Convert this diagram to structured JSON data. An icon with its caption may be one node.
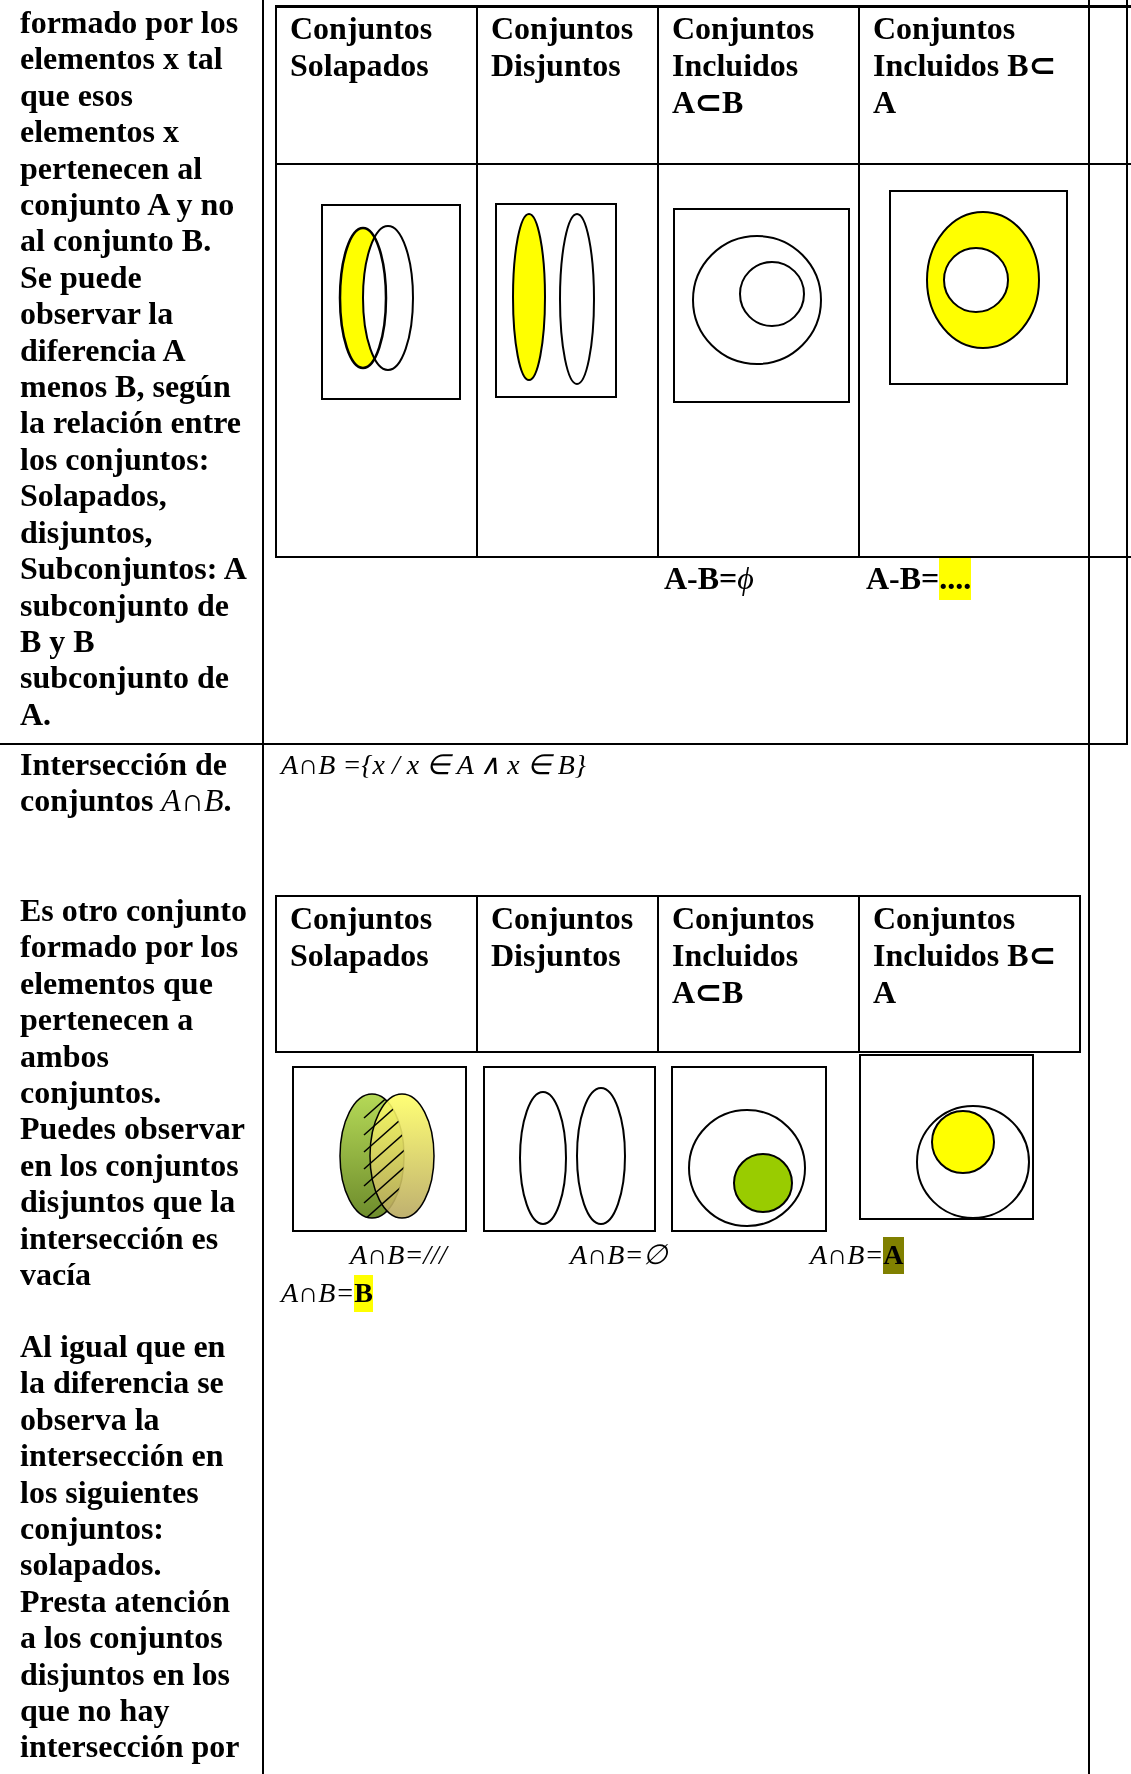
{
  "diagram": {
    "nodes": [
      {
        "text": [
          "Conjuntos Solapados"
        ]
      },
      {
        "text": [
          "Conjuntos Disjuntos"
        ]
      },
      {
        "text": [
          "Conjuntos Incluidos A⊂B"
        ]
      },
      {
        "text": [
          "Conjuntos Incluidos B⊂ A"
        ]
      },
      {
        "text": [],
        "shape": "picture"
      },
      {
        "text": [],
        "shape": "picture"
      },
      {
        "text": [],
        "shape": "picture"
      },
      {
        "text": [],
        "shape": "picture"
      },
      {
        "text": [
          "Conjuntos Solapados"
        ]
      },
      {
        "text": [
          "Conjuntos Disjuntos"
        ]
      },
      {
        "text": [
          "Conjuntos Incluidos A⊂B"
        ]
      },
      {
        "text": [
          "Conjuntos Incluidos B⊂ A"
        ]
      },
      {
        "text": [],
        "shape": "picture"
      },
      {
        "text": [],
        "shape": "picture"
      },
      {
        "text": [],
        "shape": "picture"
      },
      {
        "text": [],
        "shape": "picture"
      }
    ],
    "labels": [
      "formado por los elementos x tal que esos elementos x pertenecen al conjunto A y no al conjunto B. Se puede observar la diferencia A menos B, según la relación entre los conjuntos: Solapados, disjuntos, Subconjuntos: A subconjunto de B y B subconjunto de A.",
      "A-B=*ϕ*",
      "A-B=**....**",
      "Intersección de conjuntos *A∩B*.",
      "A∩B ={x / x ∈ A ∧ x ∈ B}",
      "Es otro conjunto formado por los elementos que pertenecen a ambos conjuntos. Puedes observar en los conjuntos disjuntos que la intersección es vacía",
      "A∩B=///",
      "A∩B=∅",
      "A∩B=**A**",
      "A∩B=**B**",
      "Al igual que en la diferencia se observa la intersección en los siguientes conjuntos: solapados. Presta atención a los conjuntos disjuntos en los que no hay intersección por"
    ]
  }
}
